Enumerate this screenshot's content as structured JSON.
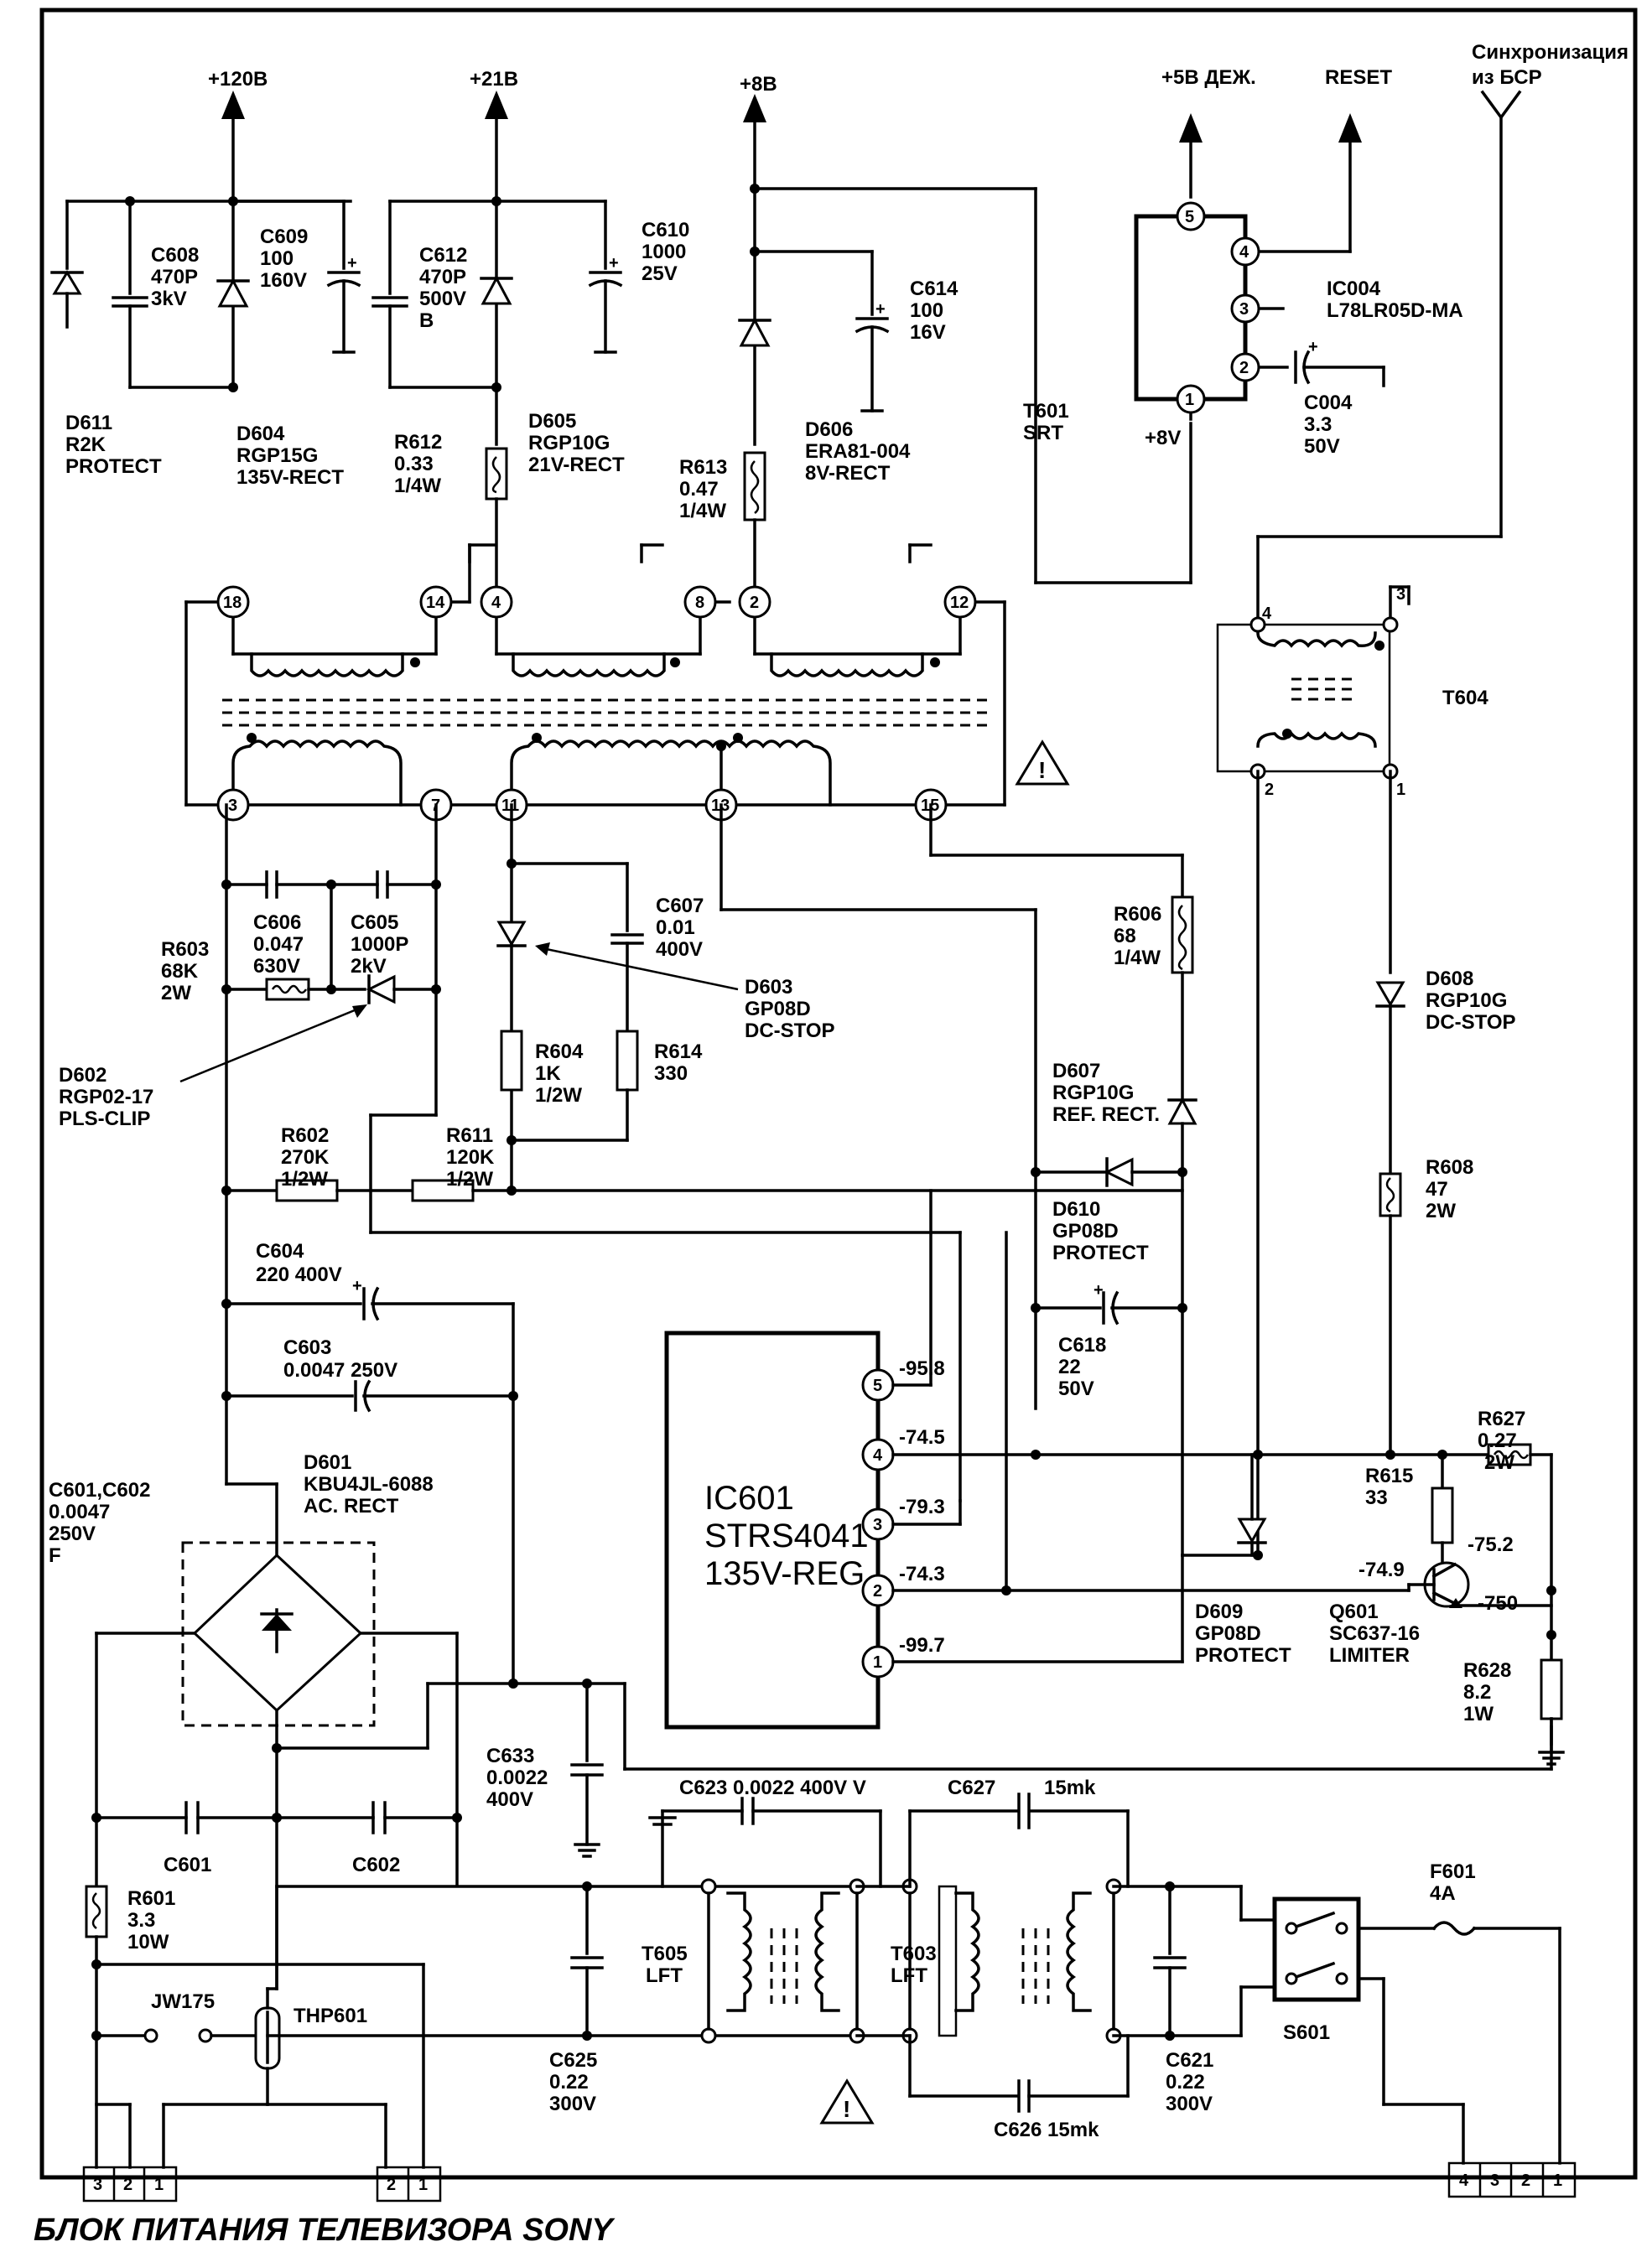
{
  "title": "БЛОК ПИТАНИЯ ТЕЛЕВИЗОРА SONY",
  "outputs": {
    "v120": "+120В",
    "v21": "+21В",
    "v8": "+8В",
    "v5": "+5В ДЕЖ.",
    "reset": "RESET",
    "sync1": "Синхронизация",
    "sync2": "из БСР",
    "plus8v": "+8V"
  },
  "components": {
    "d611": [
      "D611",
      "R2K",
      "PROTECT"
    ],
    "c608": [
      "C608",
      "470P",
      "3kV"
    ],
    "c609": [
      "C609",
      "100",
      "160V"
    ],
    "d604": [
      "D604",
      "RGP15G",
      "135V-RECT"
    ],
    "c612": [
      "C612",
      "470P",
      "500V",
      "B"
    ],
    "c610": [
      "C610",
      "1000",
      "25V"
    ],
    "r612": [
      "R612",
      "0.33",
      "1/4W"
    ],
    "d605": [
      "D605",
      "RGP10G",
      "21V-RECT"
    ],
    "c614": [
      "C614",
      "100",
      "16V"
    ],
    "r613": [
      "R613",
      "0.47",
      "1/4W"
    ],
    "d606": [
      "D606",
      "ERA81-004",
      "8V-RECT"
    ],
    "ic004": [
      "IC004",
      "L78LR05D-MA"
    ],
    "c004": [
      "C004",
      "3.3",
      "50V"
    ],
    "t601": [
      "T601",
      "SRT"
    ],
    "t604": "T604",
    "c606": [
      "C606",
      "0.047",
      "630V"
    ],
    "c605": [
      "C605",
      "1000P",
      "2kV"
    ],
    "c607": [
      "C607",
      "0.01",
      "400V"
    ],
    "d603": [
      "D603",
      "GP08D",
      "DC-STOP"
    ],
    "r603": [
      "R603",
      "68K",
      "2W"
    ],
    "d602": [
      "D602",
      "RGP02-17",
      "PLS-CLIP"
    ],
    "r604": [
      "R604",
      "1K",
      "1/2W"
    ],
    "r614": [
      "R614",
      "330"
    ],
    "r606": [
      "R606",
      "68",
      "1/4W"
    ],
    "d608": [
      "D608",
      "RGP10G",
      "DC-STOP"
    ],
    "d607": [
      "D607",
      "RGP10G",
      "REF. RECT."
    ],
    "r602": [
      "R602",
      "270K",
      "1/2W"
    ],
    "r611": [
      "R611",
      "120K",
      "1/2W"
    ],
    "d610": [
      "D610",
      "GP08D",
      "PROTECT"
    ],
    "r608": [
      "R608",
      "47",
      "2W"
    ],
    "c604": "C604",
    "c604v": "220  400V",
    "c603": "C603",
    "c603v": "0.0047     250V",
    "c618": [
      "C618",
      "22",
      "50V"
    ],
    "r627": [
      "R627",
      "0.27",
      "2W"
    ],
    "ic601": [
      "IC601",
      "STRS4041",
      "135V-REG"
    ],
    "c601c602": [
      "C601,C602",
      "0.0047",
      "250V",
      "F"
    ],
    "d601": [
      "D601",
      "KBU4JL-6088",
      "AC. RECT"
    ],
    "r615": [
      "R615",
      "33"
    ],
    "d609": [
      "D609",
      "GP08D",
      "PROTECT"
    ],
    "q601": [
      "Q601",
      "SC637-16",
      "LIMITER"
    ],
    "r628": [
      "R628",
      "8.2",
      "1W"
    ],
    "c633": [
      "C633",
      "0.0022",
      "400V"
    ],
    "c623": "C623 0.0022 400V  V",
    "c627": "C627",
    "c627v": "15mk",
    "c601": "C601",
    "c602": "C602",
    "r601": [
      "R601",
      "3.3",
      "10W"
    ],
    "f601": [
      "F601",
      "4A"
    ],
    "jw175": "JW175",
    "thp601": "THP601",
    "t605": [
      "T605",
      "LFT"
    ],
    "t603": [
      "T603",
      "LFT"
    ],
    "c625": [
      "C625",
      "0.22",
      "300V"
    ],
    "c621": [
      "C621",
      "0.22",
      "300V"
    ],
    "c626": "C626  15mk",
    "s601": "S601"
  },
  "ic_voltages": [
    "-95.8",
    "-74.5",
    "-79.3",
    "-74.3",
    "-99.7"
  ],
  "q601_voltages": [
    "-75.2",
    "-74.9",
    "-750"
  ],
  "pins": {
    "ic004": [
      "5",
      "4",
      "3",
      "2",
      "1"
    ],
    "ic601": [
      "5",
      "4",
      "3",
      "2",
      "1"
    ],
    "t601_top": [
      "18",
      "14",
      "4",
      "8",
      "2",
      "12"
    ],
    "t601_bottom": [
      "3",
      "7",
      "11",
      "13",
      "15"
    ],
    "t604": [
      "4",
      "3",
      "2",
      "1"
    ],
    "conn_left": [
      "3",
      "2",
      "1"
    ],
    "conn_mid": [
      "2",
      "1"
    ],
    "conn_right": [
      "4",
      "3",
      "2",
      "1"
    ]
  }
}
